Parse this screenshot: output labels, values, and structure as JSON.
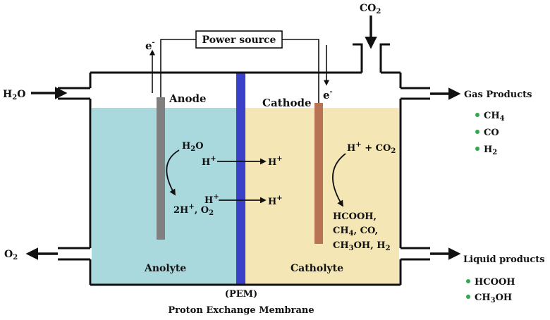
{
  "colors": {
    "anolyte": "#a9d8dd",
    "catholyte": "#f4e6b5",
    "membrane": "#3a41c8",
    "anode_rod": "#808080",
    "cathode_rod": "#b87355",
    "bullet": "#2fa84f",
    "line": "#111111"
  },
  "power_source": "Power source",
  "electron_left": {
    "base": "e",
    "sup": "-"
  },
  "electron_right": {
    "base": "e",
    "sup": "-"
  },
  "co2_inlet": {
    "a": "CO",
    "b": "2"
  },
  "h2o_inlet": {
    "a": "H",
    "b": "2",
    "c": "O"
  },
  "o2_outlet": {
    "a": "O",
    "b": "2"
  },
  "anode": "Anode",
  "cathode": "Cathode",
  "anolyte": "Anolyte",
  "catholyte": "Catholyte",
  "pem_short": "(PEM)",
  "pem_full": "Proton Exchange Membrane",
  "anode_reactant": {
    "a": "H",
    "b": "2",
    "c": "O"
  },
  "anode_products": {
    "a": "2H",
    "b": "+",
    "c": ", O",
    "d": "2"
  },
  "proton_left": {
    "a": "H",
    "b": "+"
  },
  "proton_right": {
    "a": "H",
    "b": "+"
  },
  "cathode_reactant": {
    "a": "H",
    "b": "+",
    "c": " + CO",
    "d": "2"
  },
  "cathode_products": {
    "l1": "HCOOH,",
    "l2a": "CH",
    "l2b": "4",
    "l2c": ", CO,",
    "l3a": "CH",
    "l3b": "3",
    "l3c": "OH, H",
    "l3d": "2"
  },
  "gas_products": {
    "title": "Gas Products",
    "items": [
      {
        "a": "CH",
        "b": "4"
      },
      {
        "a": "CO",
        "b": ""
      },
      {
        "a": "H",
        "b": "2"
      }
    ]
  },
  "liquid_products": {
    "title": "Liquid products",
    "items": [
      {
        "a": "HCOOH",
        "b": "",
        "c": ""
      },
      {
        "a": "CH",
        "b": "3",
        "c": "OH"
      }
    ]
  }
}
